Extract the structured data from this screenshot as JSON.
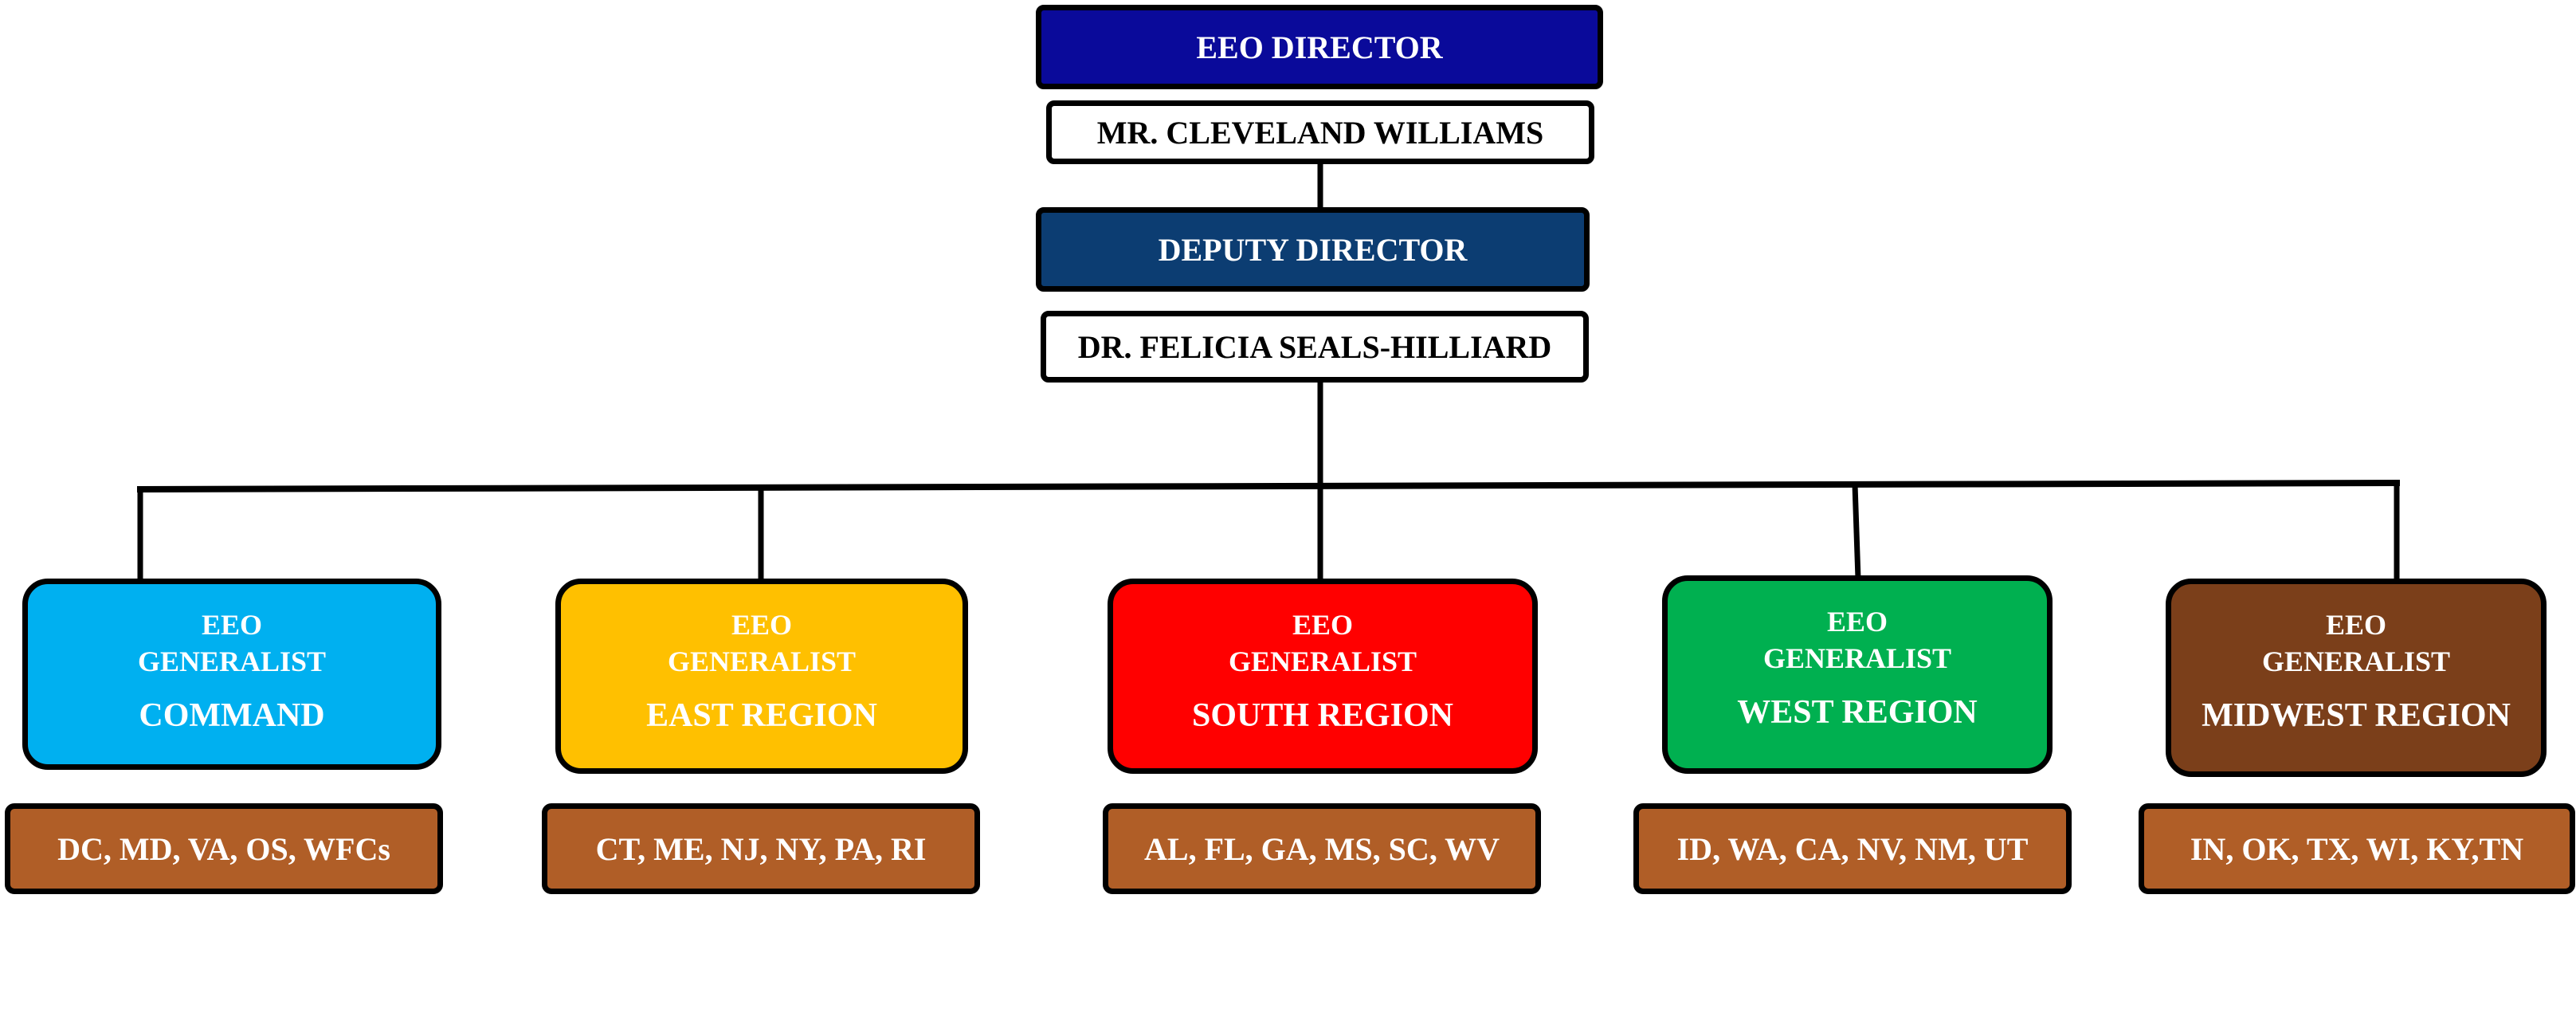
{
  "director": {
    "title": "EEO DIRECTOR",
    "name": "MR. CLEVELAND WILLIAMS",
    "color": "#0a0a9a"
  },
  "deputy": {
    "title": "DEPUTY DIRECTOR",
    "name": "DR. FELICIA SEALS-HILLIARD",
    "color": "#0c3d72"
  },
  "regions": [
    {
      "line1": "EEO",
      "line2": "GENERALIST",
      "line3": "COMMAND",
      "color": "#00b0f0",
      "states": "DC, MD, VA, OS, WFCs"
    },
    {
      "line1": "EEO",
      "line2": "GENERALIST",
      "line3": "EAST REGION",
      "color": "#ffc000",
      "states": "CT, ME, NJ, NY, PA, RI"
    },
    {
      "line1": "EEO",
      "line2": "GENERALIST",
      "line3": "SOUTH REGION",
      "color": "#ff0000",
      "states": "AL, FL, GA, MS, SC, WV"
    },
    {
      "line1": "EEO",
      "line2": "GENERALIST",
      "line3": "WEST REGION",
      "color": "#00b050",
      "states": "ID, WA, CA, NV, NM, UT"
    },
    {
      "line1": "EEO",
      "line2": "GENERALIST",
      "line3": "MIDWEST REGION",
      "color": "#7b3f1a",
      "states": "IN, OK, TX, WI, KY,TN"
    }
  ]
}
